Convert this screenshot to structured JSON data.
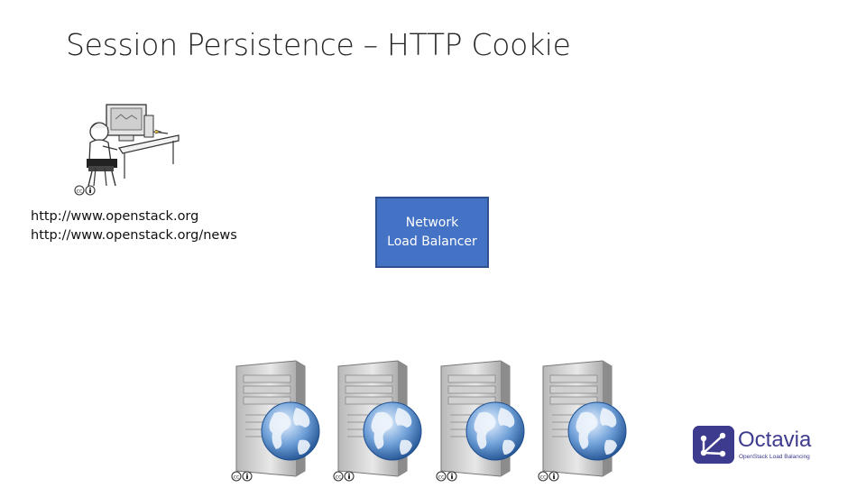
{
  "slide": {
    "title": "Session Persistence – HTTP Cookie"
  },
  "client": {
    "icon": "user-at-computer-icon",
    "urls": [
      "http://www.openstack.org",
      "http://www.openstack.org/news"
    ]
  },
  "load_balancer": {
    "line1": "Network",
    "line2": "Load Balancer",
    "fill": "#4472c4",
    "border": "#2f528f"
  },
  "servers": {
    "count_label": "",
    "icon": "web-server-globe-icon"
  },
  "license_icon": "cc-by-icon",
  "logo": {
    "name": "Octavia",
    "tagline": "OpenStack Load Balancing",
    "color": "#3d3b8e"
  }
}
